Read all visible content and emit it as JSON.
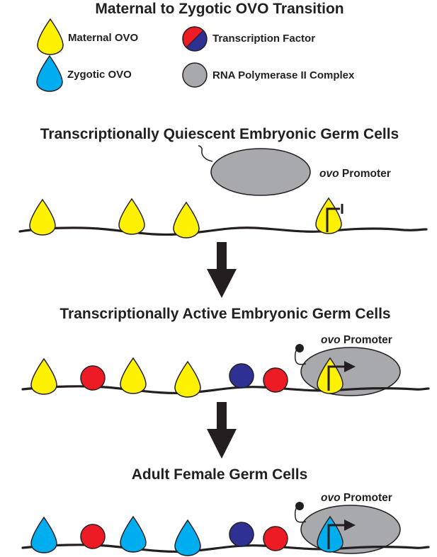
{
  "title": "Maternal to Zygotic OVO Transition",
  "legend": {
    "maternal_ovo": "Maternal OVO",
    "transcription_factor": "Transcription Factor",
    "zygotic_ovo": "Zygotic OVO",
    "rna_pol": "RNA Polymerase II Complex"
  },
  "stages": [
    {
      "heading": "Transcriptionally Quiescent Embryonic Germ Cells",
      "promoter_italic": "ovo",
      "promoter_label": " Promoter"
    },
    {
      "heading": "Transcriptionally Active Embryonic Germ Cells",
      "promoter_italic": "ovo",
      "promoter_label": " Promoter"
    },
    {
      "heading": "Adult Female Germ Cells",
      "promoter_italic": "ovo",
      "promoter_label": " Promoter"
    }
  ],
  "colors": {
    "maternal_ovo": "#fff200",
    "zygotic_ovo": "#00aeef",
    "tf_red": "#ed1c24",
    "tf_blue": "#2e3192",
    "rna_pol": "#a7a9ac",
    "ink": "#231f20"
  }
}
